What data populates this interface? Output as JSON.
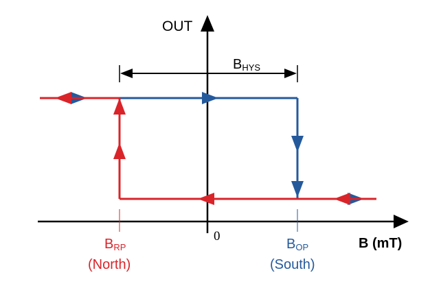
{
  "colors": {
    "axis": "#000000",
    "operate": "#245a9c",
    "release": "#d9242a"
  },
  "labels": {
    "y_axis": "OUT",
    "x_axis": "B (mT)",
    "origin": "0",
    "hysteresis": {
      "main": "B",
      "sub": "HYS"
    },
    "release_point": {
      "main": "B",
      "sub": "RP",
      "pole": "(North)"
    },
    "operate_point": {
      "main": "B",
      "sub": "OP",
      "pole": "(South)"
    }
  }
}
